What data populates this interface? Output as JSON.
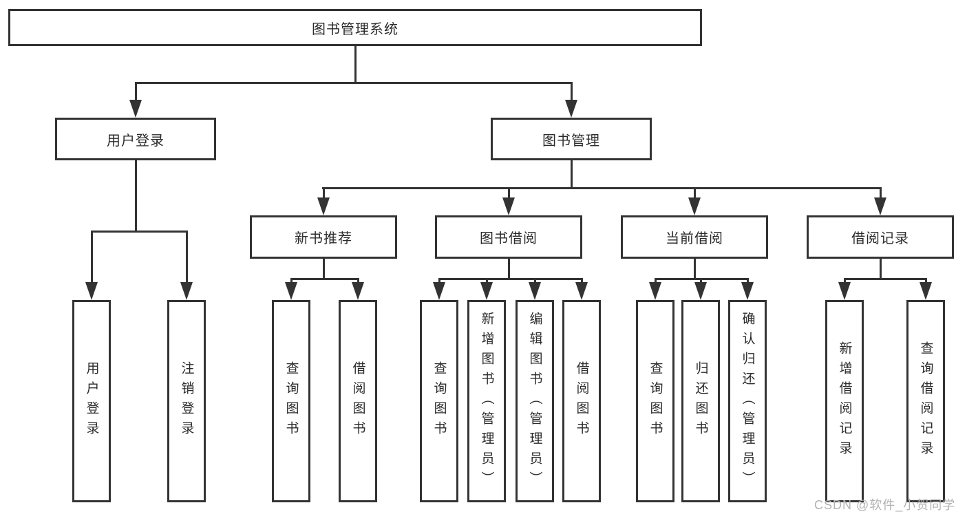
{
  "diagram_type": "functional-structure-tree",
  "colors": {
    "line": "#333333",
    "text": "#2b2b2b",
    "background": "#ffffff",
    "watermark": "#b3b3b3"
  },
  "nodes": {
    "root": {
      "label": "图书管理系统"
    },
    "user_login": {
      "label": "用户登录"
    },
    "book_mgmt": {
      "label": "图书管理"
    },
    "user_login_action": {
      "label": "用户登录"
    },
    "logout_action": {
      "label": "注销登录"
    },
    "new_book_rec": {
      "label": "新书推荐"
    },
    "book_borrow": {
      "label": "图书借阅"
    },
    "current_borrow": {
      "label": "当前借阅"
    },
    "borrow_records": {
      "label": "借阅记录"
    },
    "nbr_query_books": {
      "label": "查询图书"
    },
    "nbr_borrow_books": {
      "label": "借阅图书"
    },
    "bb_query_books": {
      "label": "查询图书"
    },
    "bb_add_books": {
      "label": "新增图书（管理员）"
    },
    "bb_edit_books": {
      "label": "编辑图书（管理员）"
    },
    "bb_borrow_books": {
      "label": "借阅图书"
    },
    "cb_query_books": {
      "label": "查询图书"
    },
    "cb_return_books": {
      "label": "归还图书"
    },
    "cb_confirm_return": {
      "label": "确认归还（管理员）"
    },
    "br_add_record": {
      "label": "新增借阅记录"
    },
    "br_query_record": {
      "label": "查询借阅记录"
    }
  },
  "watermark": {
    "text": "CSDN @软件_小贺同学"
  }
}
